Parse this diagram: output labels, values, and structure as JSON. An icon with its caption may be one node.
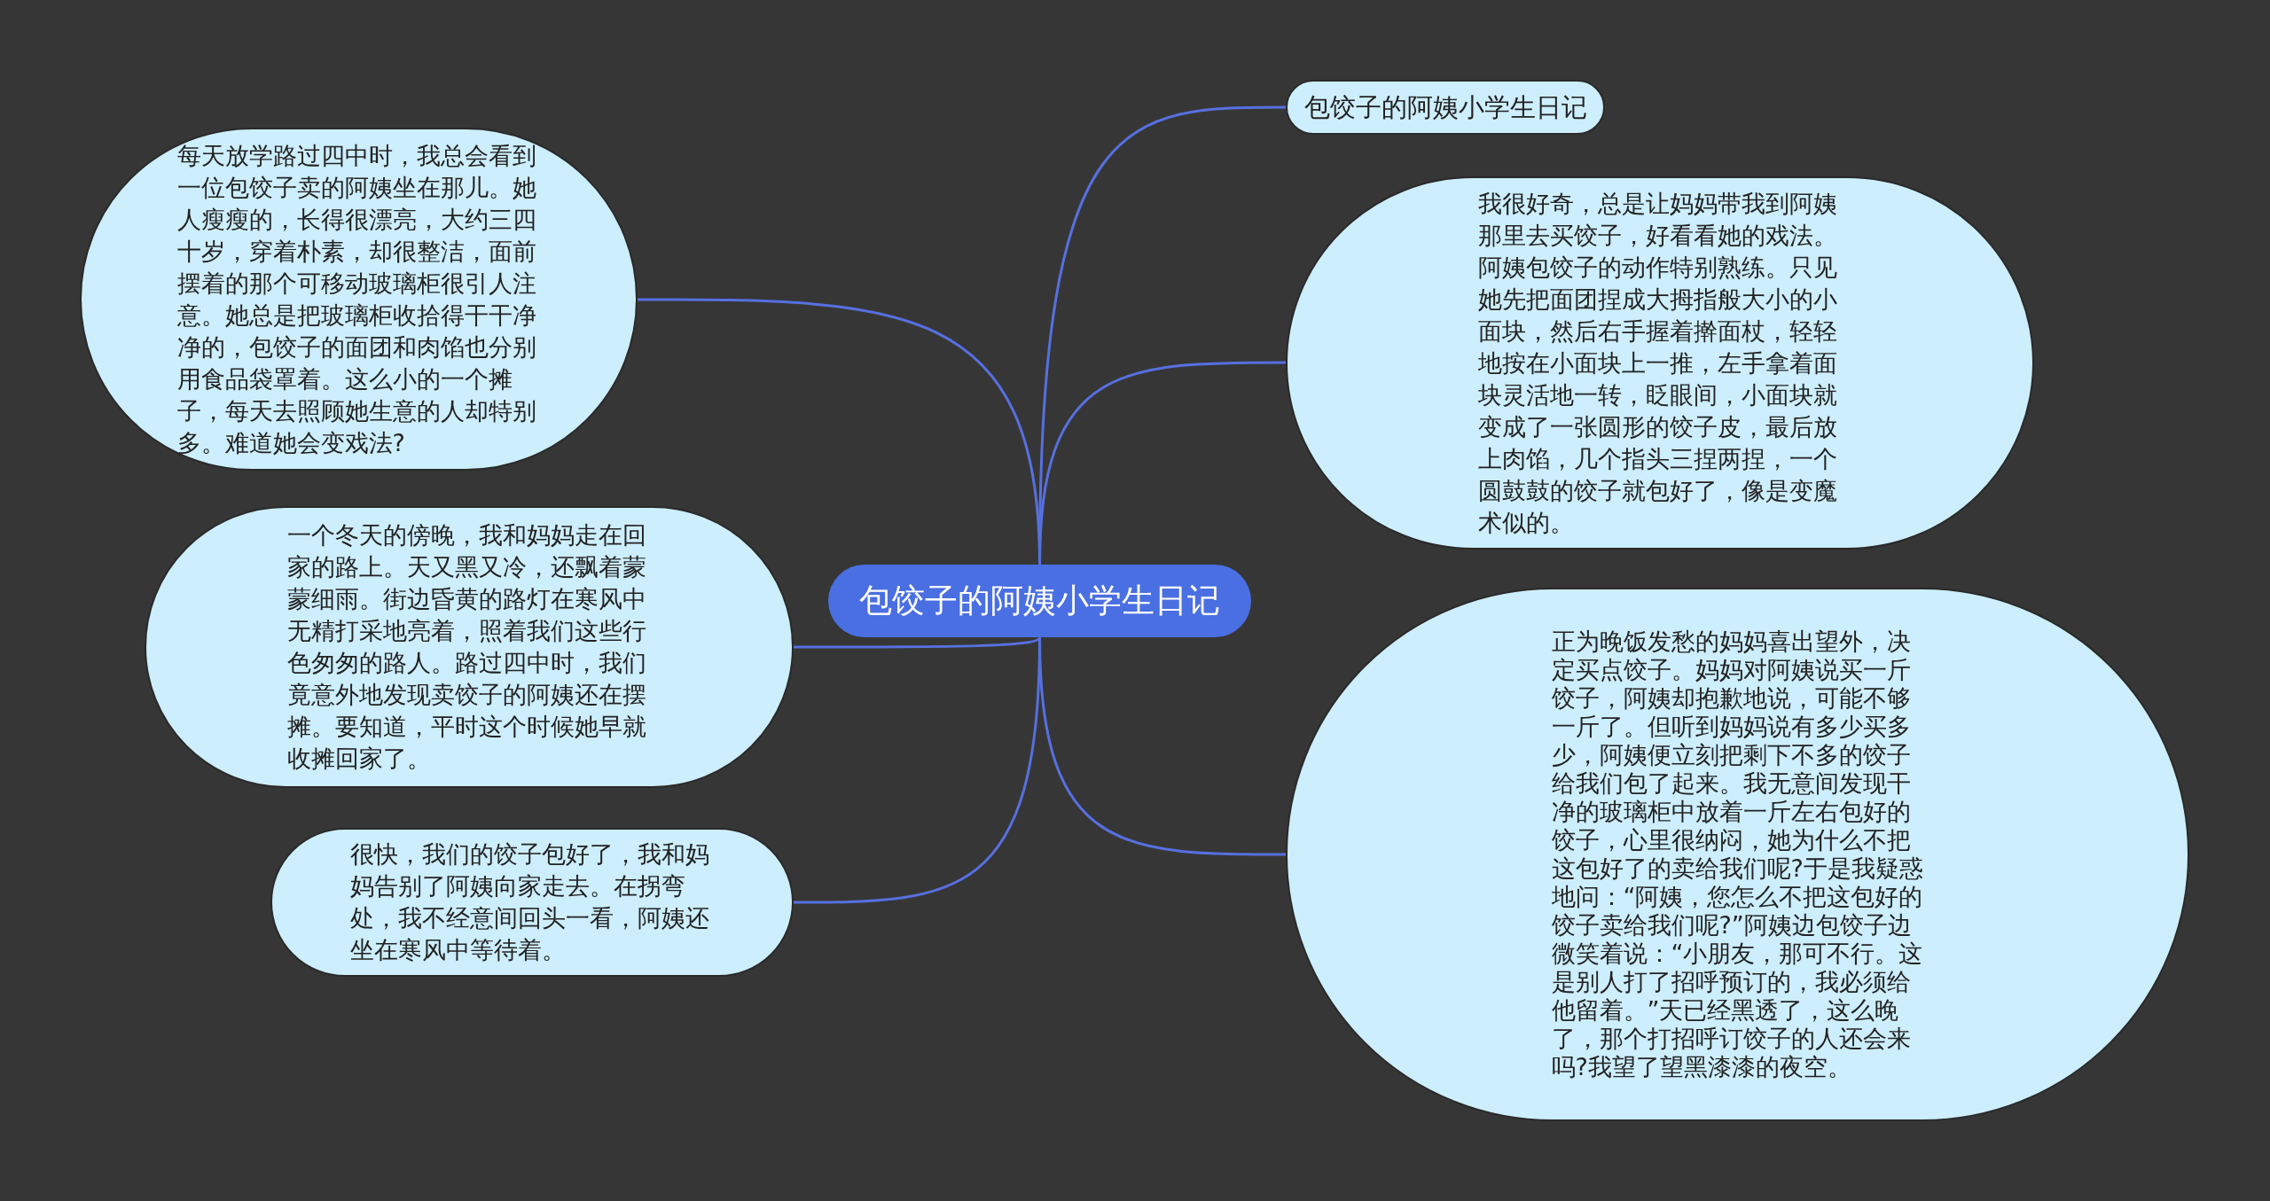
{
  "diagram": {
    "nodes": [
      {
        "text": [
          "包饺子的阿姨小学生日记"
        ]
      },
      {
        "text": [
          "包饺子的阿姨小学生日记"
        ]
      },
      {
        "text": [
          "我很好奇，总是让妈妈带我到阿姨那里去买饺子，好看看她的戏法。阿姨包饺子的动作特别熟练。只见她先把面团捏成大拇指般大小的小面块，然后右手握着擀面杖，轻轻地按在小面块上一推，左手拿着面块灵活地一转，眨眼间，小面块就变成了一张圆形的饺子皮，最后放上肉馅，几个指头三捏两捏，一个圆鼓鼓的饺子就包好了，像是变魔术似的。"
        ]
      },
      {
        "text": [
          "正为晚饭发愁的妈妈喜出望外，决定买点饺子。妈妈对阿姨说买一斤饺子，阿姨却抱歉地说，可能不够一斤了。但听到妈妈说有多少买多少，阿姨便立刻把剩下不多的饺子给我们包了起来。我无意间发现干净的玻璃柜中放着一斤左右包好的饺子，心里很纳闷，她为什么不把这包好了的卖给我们呢?于是我疑惑地问：“阿姨，您怎么不把这包好的饺子卖给我们呢?”阿姨边包饺子边微笑着说：“小朋友，那可不行。这是别人打了招呼预订的，我必须给他留着。”天已经黑透了，这么晚了，那个打招呼订饺子的人还会来吗?我望了望黑漆漆的夜空。"
        ]
      },
      {
        "text": [
          "每天放学路过四中时，我总会看到一位包饺子卖的阿姨坐在那儿。她人瘦瘦的，长得很漂亮，大约三四十岁，穿着朴素，却很整洁，面前摆着的那个可移动玻璃柜很引人注意。她总是把玻璃柜收拾得干干净净的，包饺子的面团和肉馅也分别用食品袋罩着。这么小的一个摊子，每天去照顾她生意的人却特别多。难道她会变戏法?"
        ]
      },
      {
        "text": [
          "一个冬天的傍晚，我和妈妈走在回家的路上。天又黑又冷，还飘着蒙蒙细雨。街边昏黄的路灯在寒风中无精打采地亮着，照着我们这些行色匆匆的路人。路过四中时，我们竟意外地发现卖饺子的阿姨还在摆摊。要知道，平时这个时候她早就收摊回家了。"
        ]
      },
      {
        "text": [
          "很快，我们的饺子包好了，我和妈妈告别了阿姨向家走去。在拐弯处，我不经意间回头一看，阿姨还坐在寒风中等待着。"
        ]
      }
    ],
    "edges": [
      {
        "from": 0,
        "to": 1,
        "arrow": "none"
      },
      {
        "from": 0,
        "to": 2,
        "arrow": "none"
      },
      {
        "from": 0,
        "to": 3,
        "arrow": "none"
      },
      {
        "from": 0,
        "to": 4,
        "arrow": "none"
      },
      {
        "from": 0,
        "to": 5,
        "arrow": "none"
      },
      {
        "from": 0,
        "to": 6,
        "arrow": "none"
      }
    ]
  }
}
